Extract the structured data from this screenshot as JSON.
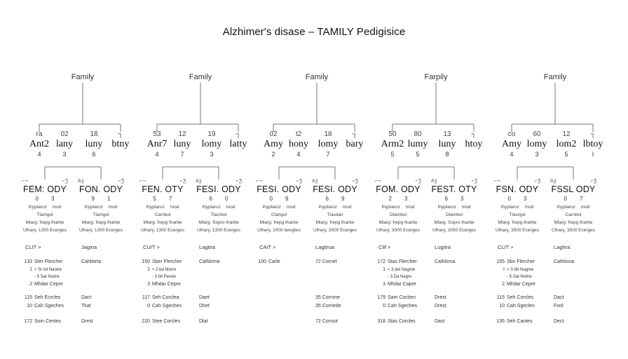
{
  "title": "Alzhimer's disase – TAMILY Pedigisice",
  "families": [
    {
      "label": "Family",
      "members": [
        {
          "code": "га",
          "name": "Ant2",
          "num": "4"
        },
        {
          "code": "02",
          "name": "lany",
          "num": "3"
        },
        {
          "code": "18",
          "name": "luny",
          "num": "6"
        },
        {
          "code": "┐",
          "name": "btny",
          "num": ""
        }
      ],
      "branches": [
        {
          "glyphs": [
            "⌐∼",
            "⌐Ʒ"
          ],
          "name": "FEM: ODY",
          "pair": [
            "0",
            "3"
          ],
          "pair_labels": [
            "Ihyplaroz",
            "Inod"
          ],
          "caption": "Tlamgol",
          "line1": "Mlarg: frepg tharbe",
          "line2": "Ulhary, 1300 Ecerges"
        },
        {
          "glyphs": [
            "Aʒ",
            "⌐Ʒ"
          ],
          "name": "FON. ODY",
          "pair": [
            "9",
            "1"
          ],
          "pair_labels": [
            "Ihyplaroz",
            "Inod"
          ],
          "caption": "Tlamgol",
          "line1": "Mlarg: frepg tharbe",
          "line2": "Ulhary, 1300 Ecerges"
        }
      ],
      "header_left": "CLIT >",
      "header_right": "Jagina",
      "entries_left": [
        {
          "n": "133",
          "text": "Ster Flercher"
        },
        {
          "n": "1",
          "text": "< Sr tol Naotre"
        },
        {
          "n": "",
          "text": "- 5 Sat Nodre"
        },
        {
          "n": "2",
          "text": "Mhdar Cepre"
        },
        {
          "n": "115",
          "text": "Seh Ecrcles"
        },
        {
          "n": "10",
          "text": "Cah Sgeches"
        },
        {
          "n": "172",
          "text": "Soin Centes"
        }
      ],
      "entries_right": [
        "Cahleirta",
        "",
        "",
        "",
        "Dact",
        "Tkat",
        "Drest"
      ]
    },
    {
      "label": "Family",
      "members": [
        {
          "code": "53",
          "name": "Anr7",
          "num": "4"
        },
        {
          "code": "12",
          "name": "luny",
          "num": "7"
        },
        {
          "code": "19",
          "name": "lomy",
          "num": "3"
        },
        {
          "code": "┐",
          "name": "latty",
          "num": ""
        }
      ],
      "branches": [
        {
          "glyphs": [
            "⌐∼",
            "⌐Ʒ"
          ],
          "name": "FEN. OTY",
          "pair": [
            "5",
            "7"
          ],
          "pair_labels": [
            "Ihyplaroz",
            "Inod"
          ],
          "caption": "Carnbol",
          "line1": "Mlarg: frepg tharbe",
          "line2": "Ulhary, 1300 Ecerges"
        },
        {
          "glyphs": [
            "Aʒ",
            "⌐Ʒ"
          ],
          "name": "FESI. ODY",
          "pair": [
            "6",
            "0"
          ],
          "pair_labels": [
            "Ihyplaroz",
            "Inod"
          ],
          "caption": "Tlacrbol",
          "line1": "Mlarg: Sopro tharbe",
          "line2": "Ulhary, 1300 Ecerges"
        }
      ],
      "header_left": "CUIT >",
      "header_right": "Lagtira",
      "entries_left": [
        {
          "n": "150",
          "text": "Sber Flercher"
        },
        {
          "n": "1",
          "text": "< 2 bd Morre"
        },
        {
          "n": "",
          "text": "- 3 bit Perele"
        },
        {
          "n": "3",
          "text": "Mhdar Cepre"
        },
        {
          "n": "117",
          "text": "Seh Corclea"
        },
        {
          "n": "0",
          "text": "Cah Sgeches"
        },
        {
          "n": "220",
          "text": "Stee Corcles"
        }
      ],
      "entries_right": [
        "Calhlirma",
        "",
        "",
        "",
        "Daet",
        "Dhet",
        "Dlat"
      ]
    },
    {
      "label": "Family",
      "members": [
        {
          "code": "02",
          "name": "Amy",
          "num": "2"
        },
        {
          "code": "t2",
          "name": "hony",
          "num": "4"
        },
        {
          "code": "18",
          "name": "lomy",
          "num": "7"
        },
        {
          "code": "┐",
          "name": "bary",
          "num": ""
        }
      ],
      "branches": [
        {
          "glyphs": [
            "⌐∼",
            "⌐Ʒ"
          ],
          "name": "FESI. ODY",
          "pair": [
            "0",
            "9"
          ],
          "pair_labels": [
            "Ihyplaroz",
            "Inod"
          ],
          "caption": "Clarigol",
          "line1": "Mlarg: frepg tharbe",
          "line2": "Ulhary, 1000 Iaregtes"
        },
        {
          "glyphs": [
            "Aʒ",
            "⌐Ʒ"
          ],
          "name": "FESI. ODY",
          "pair": [
            "6",
            "9"
          ],
          "pair_labels": [
            "Ihyplaroz",
            "Inod"
          ],
          "caption": "Tlasdarl",
          "line1": "Mlarg: frepg tharbe",
          "line2": "Ulhary, 3000 Ecerges"
        }
      ],
      "header_left": "CAIT >",
      "header_right": "Lagtiroa",
      "entries_left": [
        {
          "n": "100",
          "text": "Carle"
        }
      ],
      "entries_right_top": "72 Cornet",
      "entries_right_mid": [
        "35 Corrone",
        "35 Cornede"
      ],
      "entries_right_bottom": "72 Consot"
    },
    {
      "label": "Farpily",
      "members": [
        {
          "code": "50",
          "name": "Arm2",
          "num": "5"
        },
        {
          "code": "80",
          "name": "lumy",
          "num": "5"
        },
        {
          "code": "13",
          "name": "luny",
          "num": "8"
        },
        {
          "code": "┐",
          "name": "htoy",
          "num": ""
        }
      ],
      "branches": [
        {
          "glyphs": [
            "⌐∼",
            "⌐Ʒ"
          ],
          "name": "FOM. ODY",
          "pair": [
            "2",
            "3"
          ],
          "pair_labels": [
            "Ihyplaroz",
            "Inod"
          ],
          "caption": "Dlambol",
          "line1": "Mlarg: frepg tharbe",
          "line2": "Ulhary, 3000 Ecerges"
        },
        {
          "glyphs": [
            "Aʒ",
            "⌐Ʒ"
          ],
          "name": "FEST. OTY",
          "pair": [
            "6",
            "3"
          ],
          "pair_labels": [
            "Ihyplaroz",
            "Inod"
          ],
          "caption": "Dlambol",
          "line1": "Mlarg: Sopro tharbe",
          "line2": "Ulhary, 3050 Ecerges"
        }
      ],
      "header_left": "Clif >",
      "header_right": "Lugtira",
      "entries_left": [
        {
          "n": "172",
          "text": "Stas Flercher"
        },
        {
          "n": "1",
          "text": "< 3 del Nagme"
        },
        {
          "n": "",
          "text": "- 3 Da Negre"
        },
        {
          "n": "3",
          "text": "Mhdar Capre"
        },
        {
          "n": "179",
          "text": "Sam Coctien"
        },
        {
          "n": "0",
          "text": "Cah Sgeches"
        },
        {
          "n": "318",
          "text": "Stas Corcles"
        }
      ],
      "entries_right": [
        "Calhlirma",
        "",
        "",
        "",
        "Drest",
        "Drest",
        "Dast"
      ]
    },
    {
      "label": "Family",
      "members": [
        {
          "code": "co",
          "name": "Amy",
          "num": "4"
        },
        {
          "code": "60",
          "name": "lomy",
          "num": "3"
        },
        {
          "code": "12",
          "name": "lom2",
          "num": "5"
        },
        {
          "code": "┐",
          "name": "lbtoy",
          "num": "I"
        }
      ],
      "branches": [
        {
          "glyphs": [
            "⌐∼",
            "⌐Ʒ"
          ],
          "name": "FSN. ODY",
          "pair": [
            "0",
            "3"
          ],
          "pair_labels": [
            "Ihyplaroz",
            "Inod"
          ],
          "caption": "Tlasrgol",
          "line1": "Mlarg: frepg tharbe",
          "line2": "Ulhary, 3500 Ecerges"
        },
        {
          "glyphs": [
            "Aʒ",
            "⌐Ʒ"
          ],
          "name": "FSSL ODY",
          "pair": [
            "0",
            "7"
          ],
          "pair_labels": [
            "Ihyplaroz",
            "Inod"
          ],
          "caption": "Carnbol",
          "line1": "Mlarg: frepg tharbe",
          "line2": "Clhary, 3500 Ecerges"
        }
      ],
      "header_left": "CLIT >",
      "header_right": "Laghra",
      "entries_left": [
        {
          "n": "155",
          "text": "Sbn Flercher"
        },
        {
          "n": "I",
          "text": "< S bb Nagme"
        },
        {
          "n": "",
          "text": "- 5 Sat Nrehe"
        },
        {
          "n": "2",
          "text": "Mhdar Cepre"
        },
        {
          "n": "115",
          "text": "Seh Corcles"
        },
        {
          "n": "10",
          "text": "Cah Sgecles"
        },
        {
          "n": "135",
          "text": "Seh Cantes"
        }
      ],
      "entries_right": [
        "Calhlinna",
        "",
        "",
        "",
        "Dact",
        "Fool",
        "Dect"
      ]
    }
  ]
}
